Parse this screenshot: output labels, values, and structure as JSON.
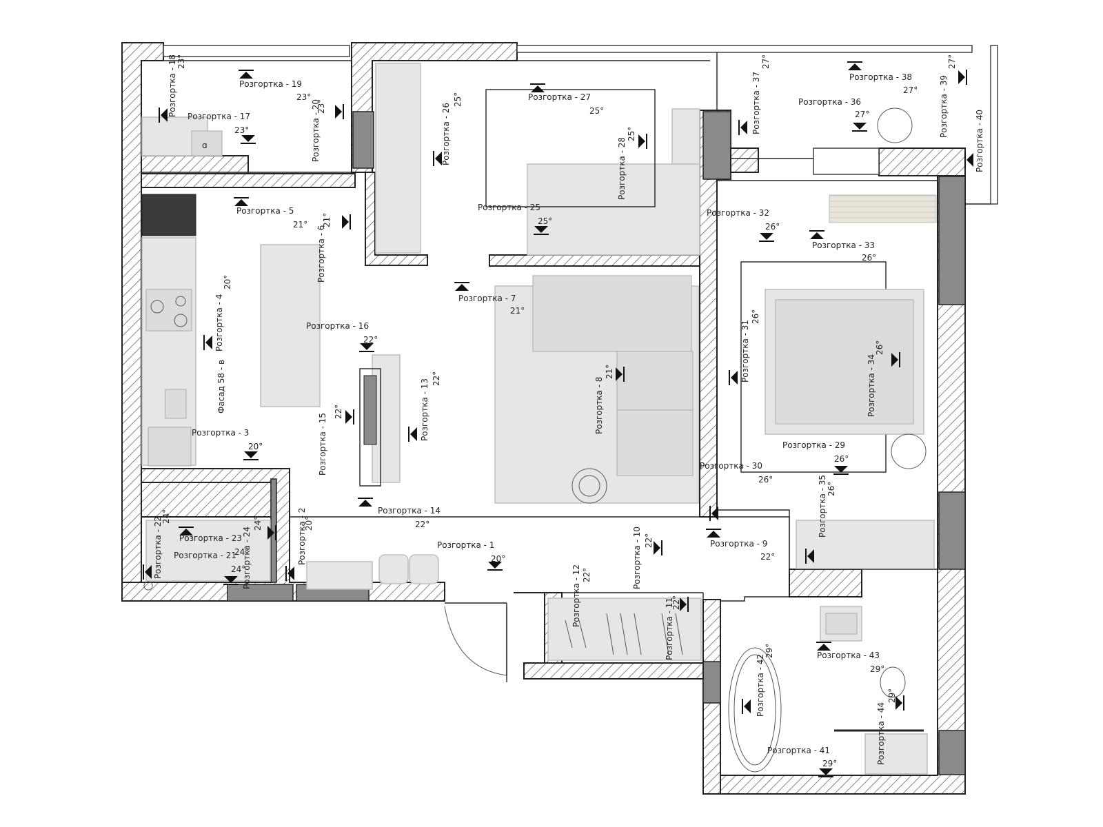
{
  "plan": {
    "markers": [
      {
        "label": "Розгортка - 1",
        "angle": "20°",
        "dir": "down"
      },
      {
        "label": "Розгортка - 2",
        "angle": "20°",
        "dir": "left"
      },
      {
        "label": "Розгортка - 3",
        "angle": "20°",
        "dir": "down"
      },
      {
        "label": "Розгортка - 4",
        "angle": "20°",
        "dir": "left"
      },
      {
        "label": "Розгортка - 5",
        "angle": "21°",
        "dir": "up"
      },
      {
        "label": "Розгортка - 6",
        "angle": "21°",
        "dir": "right"
      },
      {
        "label": "Розгортка - 7",
        "angle": "21°",
        "dir": "up"
      },
      {
        "label": "Розгортка - 8",
        "angle": "21°",
        "dir": "right"
      },
      {
        "label": "Розгортка - 9",
        "angle": "22°",
        "dir": "up"
      },
      {
        "label": "Розгортка - 10",
        "angle": "22°",
        "dir": "right"
      },
      {
        "label": "Розгортка - 11",
        "angle": "22°",
        "dir": "right"
      },
      {
        "label": "Розгортка - 12",
        "angle": "22°",
        "dir": "none"
      },
      {
        "label": "Розгортка - 13",
        "angle": "22°",
        "dir": "left"
      },
      {
        "label": "Розгортка - 14",
        "angle": "22°",
        "dir": "up"
      },
      {
        "label": "Розгортка - 15",
        "angle": "22°",
        "dir": "right"
      },
      {
        "label": "Розгортка - 16",
        "angle": "22°",
        "dir": "down"
      },
      {
        "label": "Розгортка - 17",
        "angle": "23°",
        "dir": "down"
      },
      {
        "label": "Розгортка - 18",
        "angle": "23°",
        "dir": "left"
      },
      {
        "label": "Розгортка - 19",
        "angle": "23°",
        "dir": "up"
      },
      {
        "label": "Розгортка - 20",
        "angle": "23°",
        "dir": "right"
      },
      {
        "label": "Розгортка - 21",
        "angle": "24°",
        "dir": "down"
      },
      {
        "label": "Розгортка - 22",
        "angle": "24°",
        "dir": "left"
      },
      {
        "label": "Розгортка - 23",
        "angle": "24°",
        "dir": "up"
      },
      {
        "label": "Розгортка - 24",
        "angle": "24°",
        "dir": "right"
      },
      {
        "label": "Розгортка - 25",
        "angle": "25°",
        "dir": "down"
      },
      {
        "label": "Розгортка - 26",
        "angle": "25°",
        "dir": "left"
      },
      {
        "label": "Розгортка - 27",
        "angle": "25°",
        "dir": "up"
      },
      {
        "label": "Розгортка - 28",
        "angle": "25°",
        "dir": "right"
      },
      {
        "label": "Розгортка - 29",
        "angle": "26°",
        "dir": "down"
      },
      {
        "label": "Розгортка - 30",
        "angle": "26°",
        "dir": "left"
      },
      {
        "label": "Розгортка - 31",
        "angle": "26°",
        "dir": "left"
      },
      {
        "label": "Розгортка - 32",
        "angle": "26°",
        "dir": "down"
      },
      {
        "label": "Розгортка - 33",
        "angle": "26°",
        "dir": "up"
      },
      {
        "label": "Розгортка - 34",
        "angle": "26°",
        "dir": "right"
      },
      {
        "label": "Розгортка - 35",
        "angle": "26°",
        "dir": "left"
      },
      {
        "label": "Розгортка - 36",
        "angle": "27°",
        "dir": "down"
      },
      {
        "label": "Розгортка - 37",
        "angle": "27°",
        "dir": "left"
      },
      {
        "label": "Розгортка - 38",
        "angle": "27°",
        "dir": "up"
      },
      {
        "label": "Розгортка - 39",
        "angle": "27°",
        "dir": "right"
      },
      {
        "label": "Розгортка - 40",
        "angle": "",
        "dir": "left"
      },
      {
        "label": "Розгортка - 41",
        "angle": "29°",
        "dir": "down"
      },
      {
        "label": "Розгортка - 42",
        "angle": "29°",
        "dir": "left"
      },
      {
        "label": "Розгортка - 43",
        "angle": "29°",
        "dir": "up"
      },
      {
        "label": "Розгортка - 44",
        "angle": "29°",
        "dir": "right"
      }
    ],
    "facade_label": "Фасад 58 - в"
  }
}
